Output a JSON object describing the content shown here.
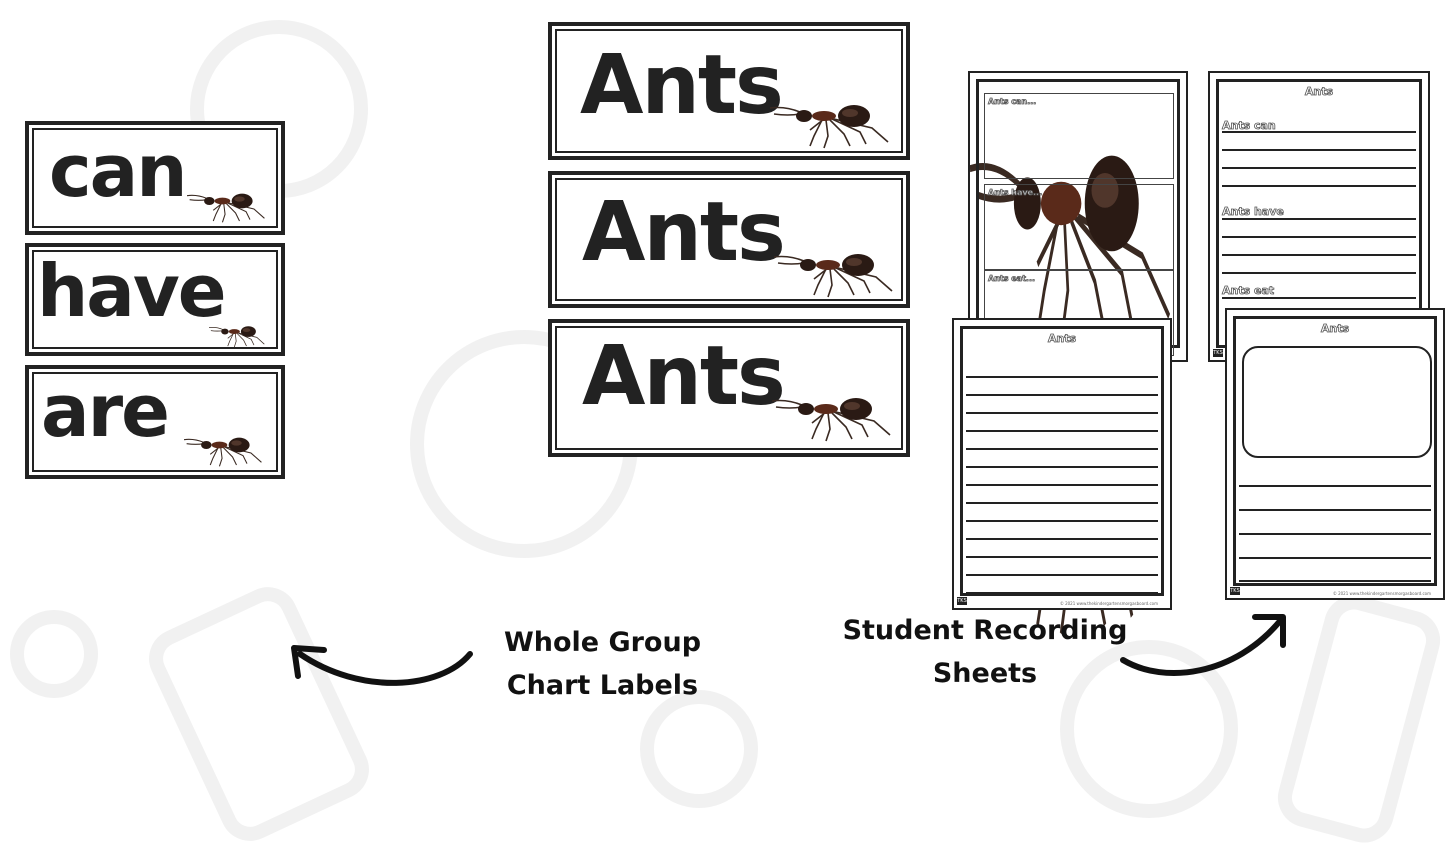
{
  "chart_labels": {
    "small": [
      "can",
      "have",
      "are"
    ],
    "large": [
      "Ants",
      "Ants",
      "Ants"
    ]
  },
  "sheets": {
    "boxes_sheet": {
      "prompts": [
        "Ants can...",
        "Ants have...",
        "Ants eat..."
      ]
    },
    "lines_sheet": {
      "title": "Ants",
      "headings": [
        "Ants can",
        "Ants have",
        "Ants eat"
      ]
    },
    "writing_sheet": {
      "title": "Ants"
    },
    "draw_sheet": {
      "title": "Ants"
    },
    "badge": "TKS",
    "footer": "© 2021 www.thekindergartensmorgasboard.com"
  },
  "captions": {
    "chart_labels": [
      "Whole Group",
      "Chart Labels"
    ],
    "recording_sheets": [
      "Student Recording",
      "Sheets"
    ]
  },
  "colors": {
    "ink": "#222222",
    "ant_body": "#5a2a1a",
    "ant_head": "#2a1a14"
  }
}
